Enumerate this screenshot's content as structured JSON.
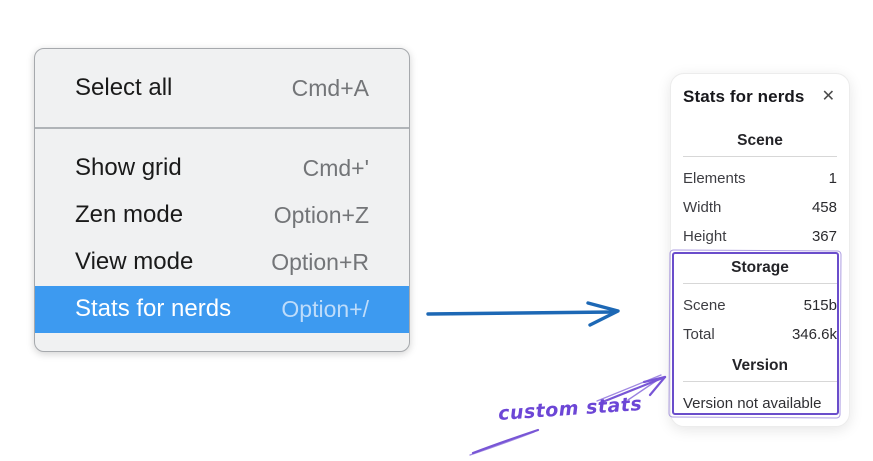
{
  "menu": {
    "sections": [
      {
        "items": [
          {
            "label": "Select all",
            "shortcut": "Cmd+A"
          }
        ]
      },
      {
        "items": [
          {
            "label": "Show grid",
            "shortcut": "Cmd+'"
          },
          {
            "label": "Zen mode",
            "shortcut": "Option+Z"
          },
          {
            "label": "View mode",
            "shortcut": "Option+R"
          },
          {
            "label": "Stats for nerds",
            "shortcut": "Option+/"
          }
        ]
      }
    ]
  },
  "stats_panel": {
    "title": "Stats for nerds",
    "close_glyph": "✕",
    "sections": [
      {
        "header": "Scene",
        "rows": [
          {
            "label": "Elements",
            "value": "1"
          },
          {
            "label": "Width",
            "value": "458"
          },
          {
            "label": "Height",
            "value": "367"
          }
        ]
      },
      {
        "header": "Storage",
        "rows": [
          {
            "label": "Scene",
            "value": "515b"
          },
          {
            "label": "Total",
            "value": "346.6k"
          }
        ]
      },
      {
        "header": "Version",
        "note": "Version not available"
      }
    ]
  },
  "annotation": {
    "label": "custom stats"
  },
  "colors": {
    "menu_highlight": "#3d9af0",
    "arrow_blue": "#1d68b5",
    "annotation_purple": "#7856d6",
    "box_purple": "#6a4dcb"
  }
}
